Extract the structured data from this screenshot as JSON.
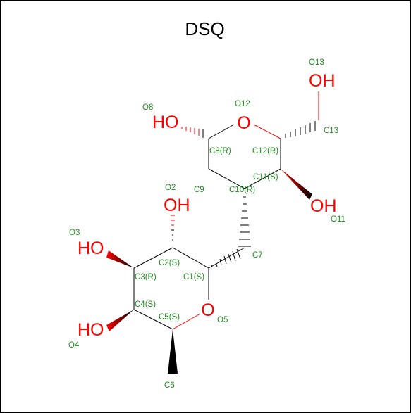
{
  "title": "DSQ",
  "colors": {
    "heteroatom": "#ff0000",
    "atom_label": "#228b22",
    "bond": "#000000",
    "frame": "#000000"
  },
  "heteroatoms": {
    "o5": "O",
    "o12": "O",
    "oh2": "OH",
    "oh3": "HO",
    "oh4": "HO",
    "oh8": "HO",
    "oh11": "OH",
    "oh13": "OH"
  },
  "atom_labels": {
    "O13": "O13",
    "O8": "O8",
    "O12": "O12",
    "C13": "C13",
    "C8": "C8(R)",
    "C12": "C12(R)",
    "C11": "C11(S)",
    "C9": "C9",
    "C10": "C10(R)",
    "O2": "O2",
    "O11": "O11",
    "O3": "O3",
    "C7": "C7",
    "C2": "C2(S)",
    "C3": "C3(R)",
    "C1": "C1(S)",
    "C4": "C4(S)",
    "C5": "C5(S)",
    "O5": "O5",
    "O4": "O4",
    "C6": "C6"
  }
}
